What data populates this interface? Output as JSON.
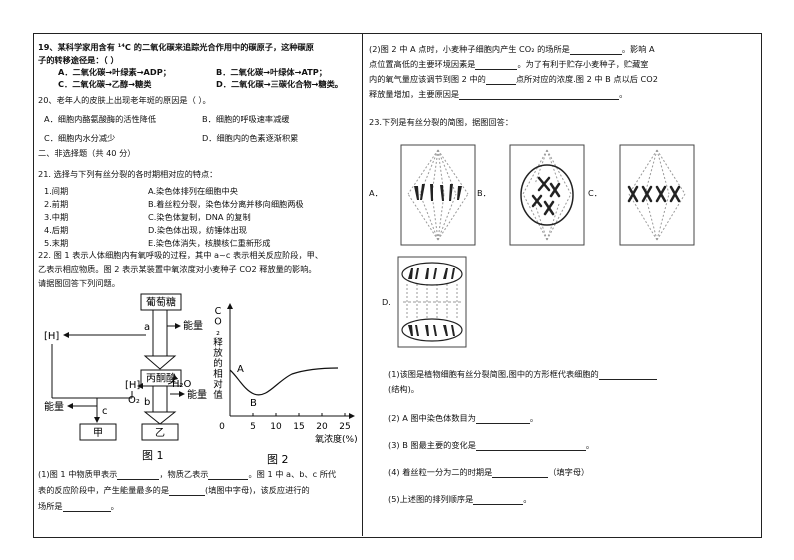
{
  "left": {
    "q19": {
      "line1": "19、某科学家用含有 ¹⁴C 的二氧化碳来追踪光合作用中的碳原子，这种碳原",
      "line2": "子的转移途径是：（    ）",
      "optA": "A．二氧化碳→叶绿素→ADP；",
      "optB": "B．二氧化碳→叶绿体→ATP；",
      "optC": "C．二氧化碳→乙醇→糖类",
      "optD": "D．二氧化碳→三碳化合物→糖类。"
    },
    "q20": {
      "stem": "20、老年人的皮肤上出现老年斑的原因是（    ）。",
      "optA": "A．细胞内酪氨酸酶的活性降低",
      "optB": "B．细胞的呼吸速率减缓",
      "optC": "C．细胞内水分减少",
      "optD": "D．细胞内的色素逐渐积累"
    },
    "section2": "二、非选择题（共 40 分）",
    "q21": {
      "stem": "21. 选择与下列有丝分裂的各时期相对应的特点：",
      "rows": [
        {
          "phase": "1.间期",
          "feature": "A.染色体排列在细胞中央"
        },
        {
          "phase": "2.前期",
          "feature": "B.着丝粒分裂，染色体分离并移向细胞两极"
        },
        {
          "phase": "3.中期",
          "feature": "C.染色体复制，DNA 的复制"
        },
        {
          "phase": "4.后期",
          "feature": "D.染色体出现，纺锤体出现"
        },
        {
          "phase": "5.末期",
          "feature": "E.染色体消失，核膜核仁重新形成"
        }
      ]
    },
    "q22": {
      "line1": "22. 图 1 表示人体细胞内有氧呼吸的过程，其中 a~c 表示相关反应阶段，甲、",
      "line2": "乙表示相应物质。图 2 表示某装置中氧浓度对小麦种子 CO2 释放量的影响。",
      "line3": "请据图回答下列问题。",
      "fig1": {
        "glucose": "葡萄糖",
        "pyruvate": "丙酮酸",
        "a": "a",
        "b": "b",
        "c": "c",
        "energy1": "能量",
        "energy2": "能量",
        "energy3": "能量",
        "h1": "[H]",
        "h2": "[H]",
        "h2o": "H₂O",
        "o2": "O₂",
        "jia": "甲",
        "yi": "乙",
        "caption": "图 1"
      },
      "fig2": {
        "ylabel_chars": [
          "C",
          "O",
          "₂",
          "释",
          "放",
          "的",
          "相",
          "对",
          "值"
        ],
        "xlabel": "氧浓度(%)",
        "ticks": [
          "0",
          "5",
          "10",
          "15",
          "20",
          "25"
        ],
        "point_a": "A",
        "point_b": "B",
        "caption": "图 2"
      },
      "sub1": {
        "line1a": "(1)图 1 中物质甲表示",
        "line1b": "，物质乙表示",
        "line1c": "。图 1 中 a、b、c 所代",
        "line2a": "表的反应阶段中，产生能量最多的是",
        "line2b": "(填图中字母)，该反应进行的",
        "line3a": "场所是",
        "line3b": "。"
      }
    }
  },
  "right": {
    "q22_2": {
      "line1a": "(2)图 2 中 A 点时，小麦种子细胞内产生 CO₂ 的场所是",
      "line1b": "。影响 A",
      "line2a": "点位置高低的主要环境因素是",
      "line2b": "。为了有利于贮存小麦种子，贮藏室",
      "line3a": "内的氧气量应该调节到图 2 中的",
      "line3b": "点所对应的浓度.图 2 中 B 点以后 CO2",
      "line4a": "释放量增加，主要原因是",
      "line4b": "。"
    },
    "q23": {
      "stem": "23.下列是有丝分裂的简图，据图回答：",
      "label_a": "A．",
      "label_b": "B．",
      "label_c": "C．",
      "label_d": "D.",
      "sub1a": "(1)该图是植物细胞有丝分裂简图,图中的方形框代表细胞的",
      "sub1b": "(结构)。",
      "sub2a": "(2) A 图中染色体数目为",
      "sub2b": "。",
      "sub3a": "(3) B 图最主要的变化是",
      "sub3b": "。",
      "sub4a": "(4) 着丝粒一分为二的时期是",
      "sub4b": "（填字母）",
      "sub5a": "(5)上述图的排列顺序是",
      "sub5b": "。"
    }
  }
}
